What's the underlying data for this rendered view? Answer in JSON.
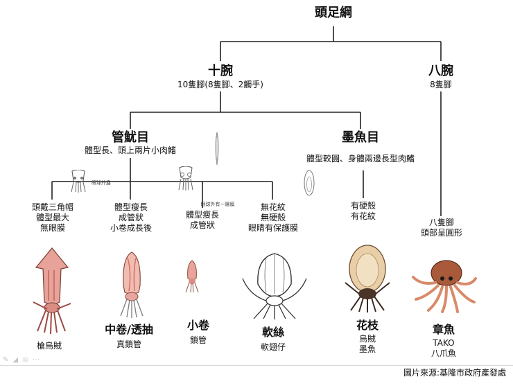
{
  "root": {
    "title": "頭足綱"
  },
  "decapods": {
    "title": "十腕",
    "desc": "10隻腳(8隻腳、2觸手)"
  },
  "octopods": {
    "title": "八腕",
    "desc": "8隻腳"
  },
  "teuthida": {
    "title": "管魷目",
    "desc": "體型長、頭上兩片小肉鰭"
  },
  "sepiida": {
    "title": "墨魚目",
    "desc": "體型較圓、身體兩邊長型肉鰭"
  },
  "notes": {
    "eye_naked": "眼球外露",
    "eye_membrane": "眼球外有一層膜"
  },
  "groups": [
    {
      "desc_lines": [
        "頭戴三角帽",
        "體型最大",
        "無眼膜"
      ],
      "name": "",
      "sub": "槍烏賊"
    },
    {
      "desc_lines": [
        "體型瘦長",
        "成管狀",
        "小卷成長後"
      ],
      "name": "中卷/透抽",
      "sub": "真鎖管"
    },
    {
      "desc_lines": [
        "體型瘦長",
        "成管狀"
      ],
      "name": "小卷",
      "sub": "鎖管"
    },
    {
      "desc_lines": [
        "無花紋",
        "無硬殼",
        "眼睛有保護膜"
      ],
      "name": "軟絲",
      "sub": "軟翅仔"
    },
    {
      "desc_lines": [
        "有硬殼",
        "有花紋"
      ],
      "name": "花枝",
      "sub": "烏賊\n墨魚"
    },
    {
      "desc_lines": [
        "八隻腳",
        "頭部呈圓形"
      ],
      "name": "章魚",
      "sub": "TAKO\n八爪魚"
    }
  ],
  "source": "圖片來源:基隆市政府產發處",
  "colors": {
    "squid_body": "#e7a39a",
    "squid_dark": "#b8544c",
    "cuttle_body": "#e8cfa8",
    "octopus_body": "#a85a3a",
    "octopus_arms": "#d98a6a",
    "line": "#222222"
  },
  "icons": [
    "pen-icon",
    "eraser-icon",
    "tool-icon",
    "more-icon"
  ]
}
